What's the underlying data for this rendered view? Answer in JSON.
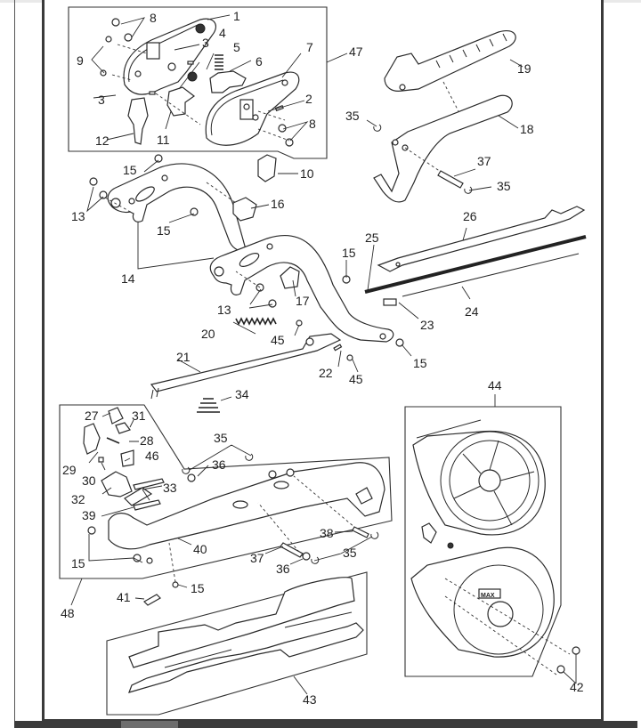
{
  "document": {
    "type": "exploded parts diagram",
    "brand_mark": "MAX"
  },
  "callouts": [
    {
      "id": "c1",
      "label": "1"
    },
    {
      "id": "c2",
      "label": "2"
    },
    {
      "id": "c3a",
      "label": "3"
    },
    {
      "id": "c3b",
      "label": "3"
    },
    {
      "id": "c4",
      "label": "4"
    },
    {
      "id": "c5",
      "label": "5"
    },
    {
      "id": "c6",
      "label": "6"
    },
    {
      "id": "c7",
      "label": "7"
    },
    {
      "id": "c8a",
      "label": "8"
    },
    {
      "id": "c8b",
      "label": "8"
    },
    {
      "id": "c9",
      "label": "9"
    },
    {
      "id": "c10",
      "label": "10"
    },
    {
      "id": "c11",
      "label": "11"
    },
    {
      "id": "c12",
      "label": "12"
    },
    {
      "id": "c13a",
      "label": "13"
    },
    {
      "id": "c13b",
      "label": "13"
    },
    {
      "id": "c14",
      "label": "14"
    },
    {
      "id": "c15a",
      "label": "15"
    },
    {
      "id": "c15b",
      "label": "15"
    },
    {
      "id": "c15c",
      "label": "15"
    },
    {
      "id": "c15d",
      "label": "15"
    },
    {
      "id": "c15e",
      "label": "15"
    },
    {
      "id": "c15f",
      "label": "15"
    },
    {
      "id": "c16",
      "label": "16"
    },
    {
      "id": "c17",
      "label": "17"
    },
    {
      "id": "c18",
      "label": "18"
    },
    {
      "id": "c19",
      "label": "19"
    },
    {
      "id": "c20",
      "label": "20"
    },
    {
      "id": "c21",
      "label": "21"
    },
    {
      "id": "c22",
      "label": "22"
    },
    {
      "id": "c23",
      "label": "23"
    },
    {
      "id": "c24",
      "label": "24"
    },
    {
      "id": "c25",
      "label": "25"
    },
    {
      "id": "c26",
      "label": "26"
    },
    {
      "id": "c27",
      "label": "27"
    },
    {
      "id": "c28",
      "label": "28"
    },
    {
      "id": "c29",
      "label": "29"
    },
    {
      "id": "c30",
      "label": "30"
    },
    {
      "id": "c31",
      "label": "31"
    },
    {
      "id": "c32",
      "label": "32"
    },
    {
      "id": "c33",
      "label": "33"
    },
    {
      "id": "c34",
      "label": "34"
    },
    {
      "id": "c35a",
      "label": "35"
    },
    {
      "id": "c35b",
      "label": "35"
    },
    {
      "id": "c35c",
      "label": "35"
    },
    {
      "id": "c35d",
      "label": "35"
    },
    {
      "id": "c36a",
      "label": "36"
    },
    {
      "id": "c36b",
      "label": "36"
    },
    {
      "id": "c37a",
      "label": "37"
    },
    {
      "id": "c37b",
      "label": "37"
    },
    {
      "id": "c38",
      "label": "38"
    },
    {
      "id": "c39",
      "label": "39"
    },
    {
      "id": "c40",
      "label": "40"
    },
    {
      "id": "c41",
      "label": "41"
    },
    {
      "id": "c42",
      "label": "42"
    },
    {
      "id": "c43",
      "label": "43"
    },
    {
      "id": "c44",
      "label": "44"
    },
    {
      "id": "c45a",
      "label": "45"
    },
    {
      "id": "c45b",
      "label": "45"
    },
    {
      "id": "c46",
      "label": "46"
    },
    {
      "id": "c47",
      "label": "47"
    },
    {
      "id": "c48",
      "label": "48"
    }
  ],
  "assemblies": [
    {
      "name": "assembly-47",
      "label": "47"
    },
    {
      "name": "assembly-48",
      "label": "48"
    },
    {
      "name": "assembly-43",
      "label": "43"
    },
    {
      "name": "assembly-44",
      "label": "44"
    }
  ]
}
